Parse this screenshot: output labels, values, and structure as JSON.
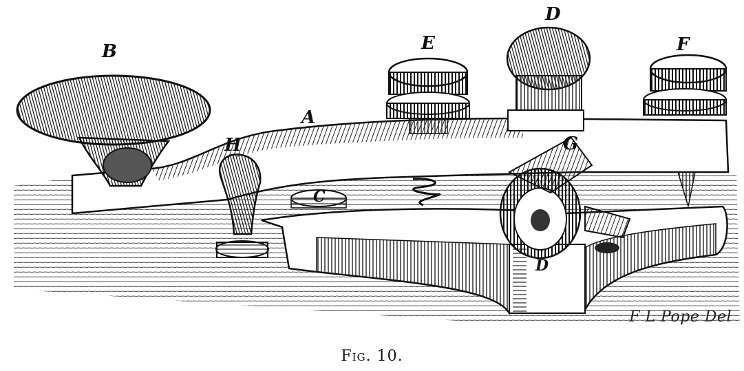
{
  "figure": {
    "labels": {
      "a": "A",
      "b": "B",
      "c": "C",
      "d_top": "D",
      "d_bottom": "D",
      "e": "E",
      "f": "F",
      "g": "G",
      "h": "H"
    },
    "signature": "F L Pope Del",
    "caption": "Fig. 10."
  }
}
